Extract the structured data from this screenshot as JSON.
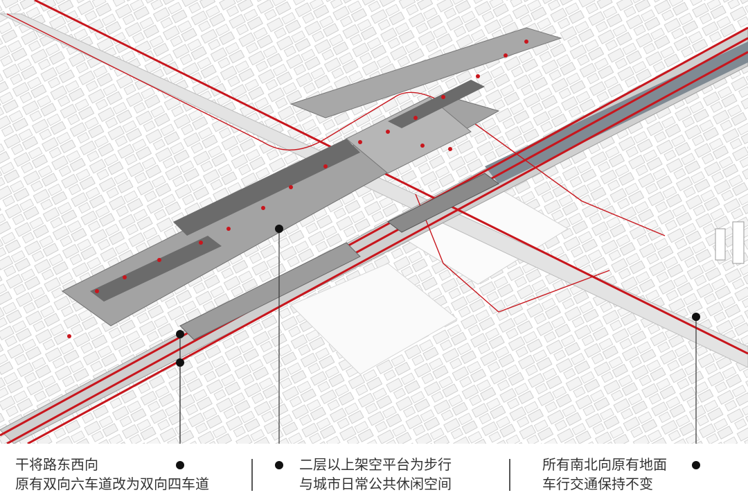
{
  "colors": {
    "accent": "#c8161d",
    "building_fill": "#f2f2f2",
    "building_stroke": "#bdbdbd",
    "platform_fill": "#9a9a9a",
    "roof_dark": "#5c5c5c",
    "text": "#333333"
  },
  "captions": [
    {
      "line1": "干将路东西向",
      "line2": "原有双向六车道改为双向四车道"
    },
    {
      "line1": "二层以上架空平台为步行",
      "line2": "与城市日常公共休闲空间"
    },
    {
      "line1": "所有南北向原有地面",
      "line2": "车行交通保持不变"
    }
  ]
}
